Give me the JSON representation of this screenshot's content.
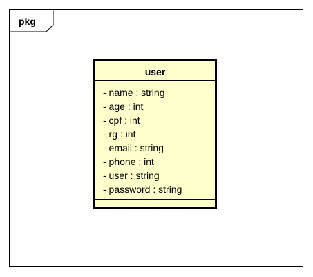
{
  "package": {
    "label": "pkg"
  },
  "class": {
    "name": "user",
    "attributes": [
      "- name : string",
      "- age : int",
      "- cpf : int",
      "- rg : int",
      "- email : string",
      "- phone : int",
      "- user : string",
      "- password : string"
    ],
    "fill_color": "#ffffcc",
    "border_color": "#000000"
  }
}
